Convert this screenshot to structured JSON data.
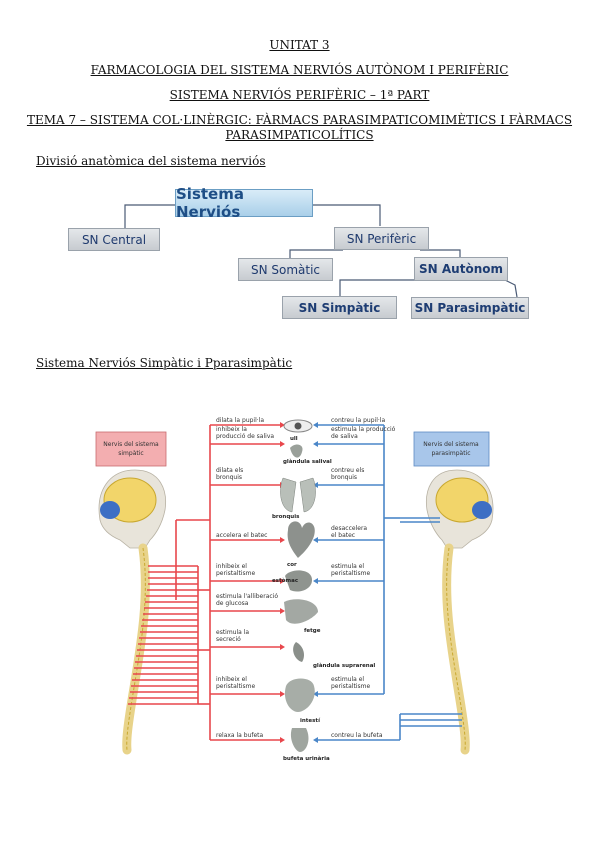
{
  "header": {
    "unit": "UNITAT 3",
    "unit_title": "FARMACOLOGIA DEL SISTEMA NERVIÓS AUTÒNOM I PERIFÈRIC",
    "part": "SISTEMA NERVIÓS PERIFÈRIC – 1ª PART",
    "topic_line1": "TEMA 7 – SISTEMA COL·LINÈRGIC: FÀRMACS PARASIMPATICOMIMÈTICS I FÀRMACS",
    "topic_line2": "PARASIMPATICOLÍTICS"
  },
  "section1": {
    "title": "Divisió anatòmica del sistema nerviós",
    "nodes": {
      "root": "Sistema Nerviós",
      "central": "SN Central",
      "periferic": "SN Perifèric",
      "somatic": "SN Somàtic",
      "autonom": "SN Autònom",
      "simpatic": "SN Simpàtic",
      "parasimpatic": "SN Parasimpàtic"
    }
  },
  "section2": {
    "title": "Sistema Nerviós Simpàtic i Pparasimpàtic",
    "left_box": [
      "Nervis del sistema",
      "simpàtic"
    ],
    "right_box": [
      "Nervis del sistema",
      "parasimpàtic"
    ],
    "sympathetic_effects": [
      [
        "dilata la pupil·la"
      ],
      [
        "inhibeix la",
        "producció de saliva"
      ],
      [
        "dilata els",
        "bronquis"
      ],
      [
        "accelera el batec"
      ],
      [
        "inhibeix el",
        "peristaltisme"
      ],
      [
        "estimula l'alliberació",
        "de glucosa"
      ],
      [
        "estimula la",
        "secreció"
      ],
      [
        "inhibeix el",
        "peristaltisme"
      ],
      [
        "relaxa la bufeta"
      ]
    ],
    "parasympathetic_effects": [
      [
        "contreu la pupil·la"
      ],
      [
        "estimula la producció",
        "de saliva"
      ],
      [
        "contreu els",
        "bronquis"
      ],
      [
        "desaccelera",
        "el batec"
      ],
      [
        "estimula el",
        "peristaltisme"
      ],
      [
        "estimula el",
        "peristaltisme"
      ],
      [
        "contreu la bufeta"
      ]
    ],
    "organs": [
      "ull",
      "glàndula salival",
      "bronquis",
      "cor",
      "estòmac",
      "fetge",
      "glàndula suprarenal",
      "intestí",
      "bufeta urinària"
    ],
    "colors": {
      "sympathetic": "#e8474c",
      "parasympathetic": "#4a86c8"
    }
  }
}
